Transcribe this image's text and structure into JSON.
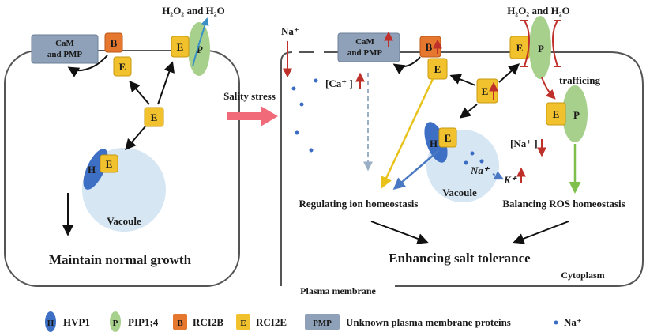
{
  "colors": {
    "hvp1": "#3d6fc4",
    "pip": "#a7d08c",
    "rci2b": "#e6772e",
    "rci2e": "#f2c12e",
    "pmp": "#8ea1b8",
    "vacuole": "#d6e6f3",
    "na_dot": "#3a6cc4",
    "red_arrow": "#c0302b",
    "yellow_arrow": "#e8c21a",
    "blue_arrow": "#4a78c2",
    "green_arrow": "#7fbf4b",
    "pink_arrow": "#f06a79",
    "dashed_arrow": "#9aaec4"
  },
  "left_cell": {
    "pmp_label_line1": "CaM",
    "pmp_label_line2": "and PMP",
    "b_letter": "B",
    "e_letter": "E",
    "p_letter": "P",
    "h_letter": "H",
    "h2o2_label": "H₂O₂ and H₂O",
    "vacuole_label": "Vacoule",
    "growth_label": "Maintain normal growth"
  },
  "stress": {
    "label": "Sality stress"
  },
  "right_cell": {
    "na_label": "Na⁺",
    "ca_label": "[Ca⁺ ]",
    "pmp_label_line1": "CaM",
    "pmp_label_line2": "and PMP",
    "b_letter": "B",
    "e_letter": "E",
    "p_letter": "P",
    "h_letter": "H",
    "h2o2_label": "H₂O₂ and H₂O",
    "trafficking_label": "trafficing",
    "na_conc_label": "[Na⁺ ]",
    "na_vac_label": "Na⁺",
    "k_label": "K⁺",
    "vacuole_label": "Vacoule",
    "ion_label": "Regulating ion homeostasis",
    "ros_label": "Balancing ROS homeostasis",
    "salt_label": "Enhancing salt tolerance",
    "cytoplasm_label": "Cytoplasm",
    "membrane_label": "Plasma membrane"
  },
  "legend": [
    {
      "key": "H",
      "text": "HVP1"
    },
    {
      "key": "P",
      "text": "PIP1;4"
    },
    {
      "key": "B",
      "text": "RCI2B"
    },
    {
      "key": "E",
      "text": "RCI2E"
    },
    {
      "key": "PMP",
      "text": "Unknown plasma membrane proteins"
    },
    {
      "key": "dot",
      "text": "Na⁺"
    }
  ]
}
